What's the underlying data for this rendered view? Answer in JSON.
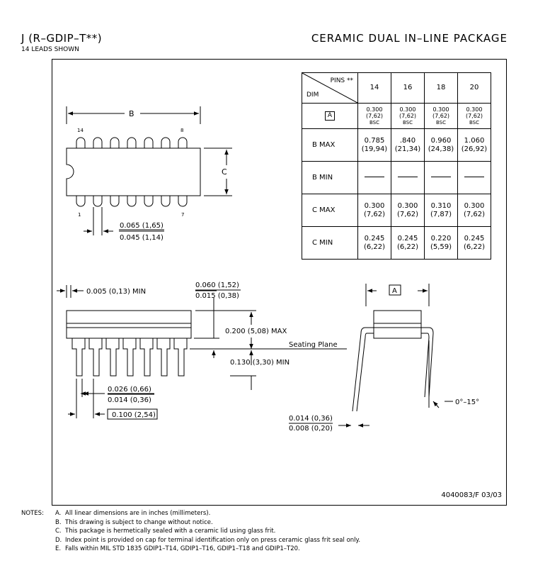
{
  "header": {
    "title": "J (R–GDIP–T**)",
    "subtitle": "14 LEADS SHOWN",
    "package_name": "CERAMIC DUAL IN–LINE PACKAGE"
  },
  "top_view": {
    "dim_b": "B",
    "dim_c": "C",
    "pin14": "14",
    "pin8": "8",
    "pin1": "1",
    "pin7": "7",
    "lead_width_max": "0.065 (1,65)",
    "lead_width_min": "0.045 (1,14)"
  },
  "table": {
    "pins_header": "PINS **",
    "dim_header": "DIM",
    "columns": [
      "14",
      "16",
      "18",
      "20"
    ],
    "row_a": {
      "label": "A",
      "values": [
        [
          "0.300",
          "(7,62)",
          "BSC"
        ],
        [
          "0.300",
          "(7,62)",
          "BSC"
        ],
        [
          "0.300",
          "(7,62)",
          "BSC"
        ],
        [
          "0.300",
          "(7,62)",
          "BSC"
        ]
      ]
    },
    "rows": [
      {
        "label": "B  MAX",
        "values": [
          [
            "0.785",
            "(19,94)"
          ],
          [
            ".840",
            "(21,34)"
          ],
          [
            "0.960",
            "(24,38)"
          ],
          [
            "1.060",
            "(26,92)"
          ]
        ]
      },
      {
        "label": "B  MIN",
        "values": [
          [
            "",
            ""
          ],
          [
            "",
            ""
          ],
          [
            "",
            ""
          ],
          [
            "",
            ""
          ]
        ]
      },
      {
        "label": "C  MAX",
        "values": [
          [
            "0.300",
            "(7,62)"
          ],
          [
            "0.300",
            "(7,62)"
          ],
          [
            "0.310",
            "(7,87)"
          ],
          [
            "0.300",
            "(7,62)"
          ]
        ]
      },
      {
        "label": "C  MIN",
        "values": [
          [
            "0.245",
            "(6,22)"
          ],
          [
            "0.245",
            "(6,22)"
          ],
          [
            "0.220",
            "(5,59)"
          ],
          [
            "0.245",
            "(6,22)"
          ]
        ]
      }
    ]
  },
  "side_view": {
    "offset_min": "0.005 (0,13) MIN",
    "shoulder_max": "0.060 (1,52)",
    "shoulder_min": "0.015 (0,38)",
    "height_max": "0.200 (5,08) MAX",
    "seating_plane": "Seating Plane",
    "lead_length_min": "0.130 (3,30) MIN",
    "lead_width_max": "0.026 (0,66)",
    "lead_width_min": "0.014 (0,36)",
    "pitch": "0.100 (2,54)"
  },
  "end_view": {
    "dim_a": "A",
    "angle": "0°–15°",
    "thickness_max": "0.014 (0,36)",
    "thickness_min": "0.008 (0,20)"
  },
  "doc_number": "4040083/F 03/03",
  "notes": {
    "label": "NOTES:",
    "items": [
      {
        "key": "A.",
        "text": "All linear dimensions are in inches (millimeters)."
      },
      {
        "key": "B.",
        "text": "This drawing is subject to change without notice."
      },
      {
        "key": "C.",
        "text": "This package is hermetically sealed with a ceramic lid using glass frit."
      },
      {
        "key": "D.",
        "text": "Index point is provided on cap for terminal identification only on press ceramic glass frit seal only."
      },
      {
        "key": "E.",
        "text": "Falls within MIL STD 1835 GDIP1–T14, GDIP1–T16, GDIP1–T18 and GDIP1–T20."
      }
    ]
  }
}
